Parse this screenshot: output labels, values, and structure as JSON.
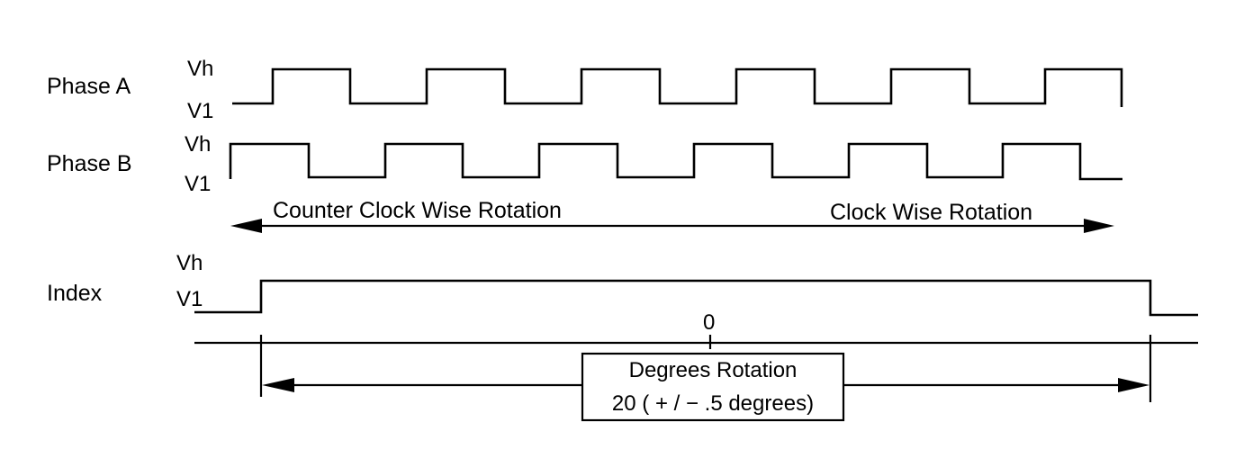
{
  "signals": {
    "phase_a": {
      "name": "Phase A",
      "high": "Vh",
      "low": "V1"
    },
    "phase_b": {
      "name": "Phase B",
      "high": "Vh",
      "low": "V1"
    },
    "index": {
      "name": "Index",
      "high": "Vh",
      "low": "V1"
    }
  },
  "rotation": {
    "ccw_label": "Counter Clock Wise Rotation",
    "cw_label": "Clock Wise Rotation"
  },
  "reference": {
    "zero_label": "0"
  },
  "degrees_box": {
    "line1": "Degrees Rotation",
    "line2": "20 ( + / − .5 degrees)"
  }
}
